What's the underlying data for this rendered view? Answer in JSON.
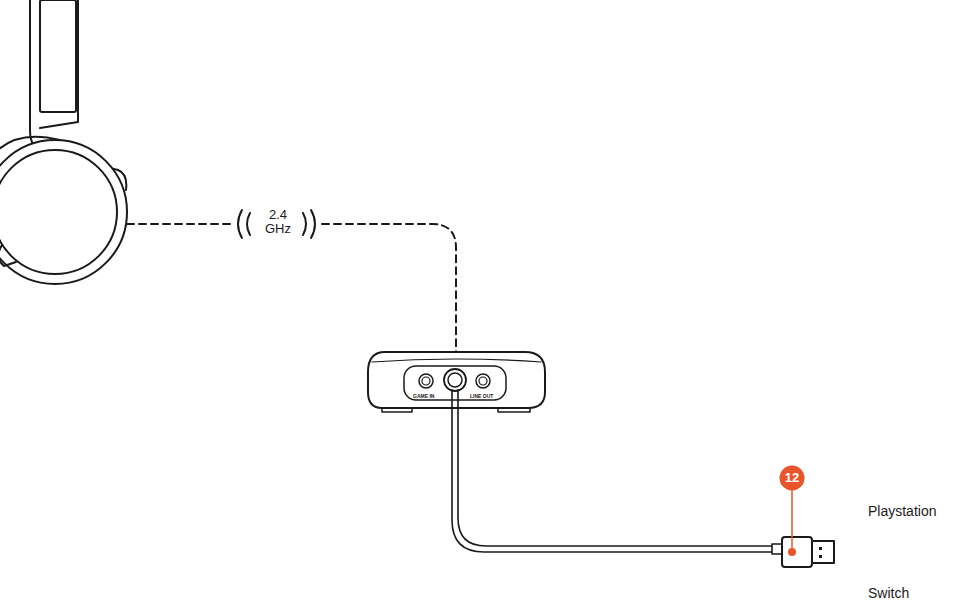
{
  "diagram": {
    "labels": [
      "2.4 GHz",
      "GAME IN",
      "LINE OUT",
      "12",
      "Playstation",
      "Switch"
    ]
  }
}
